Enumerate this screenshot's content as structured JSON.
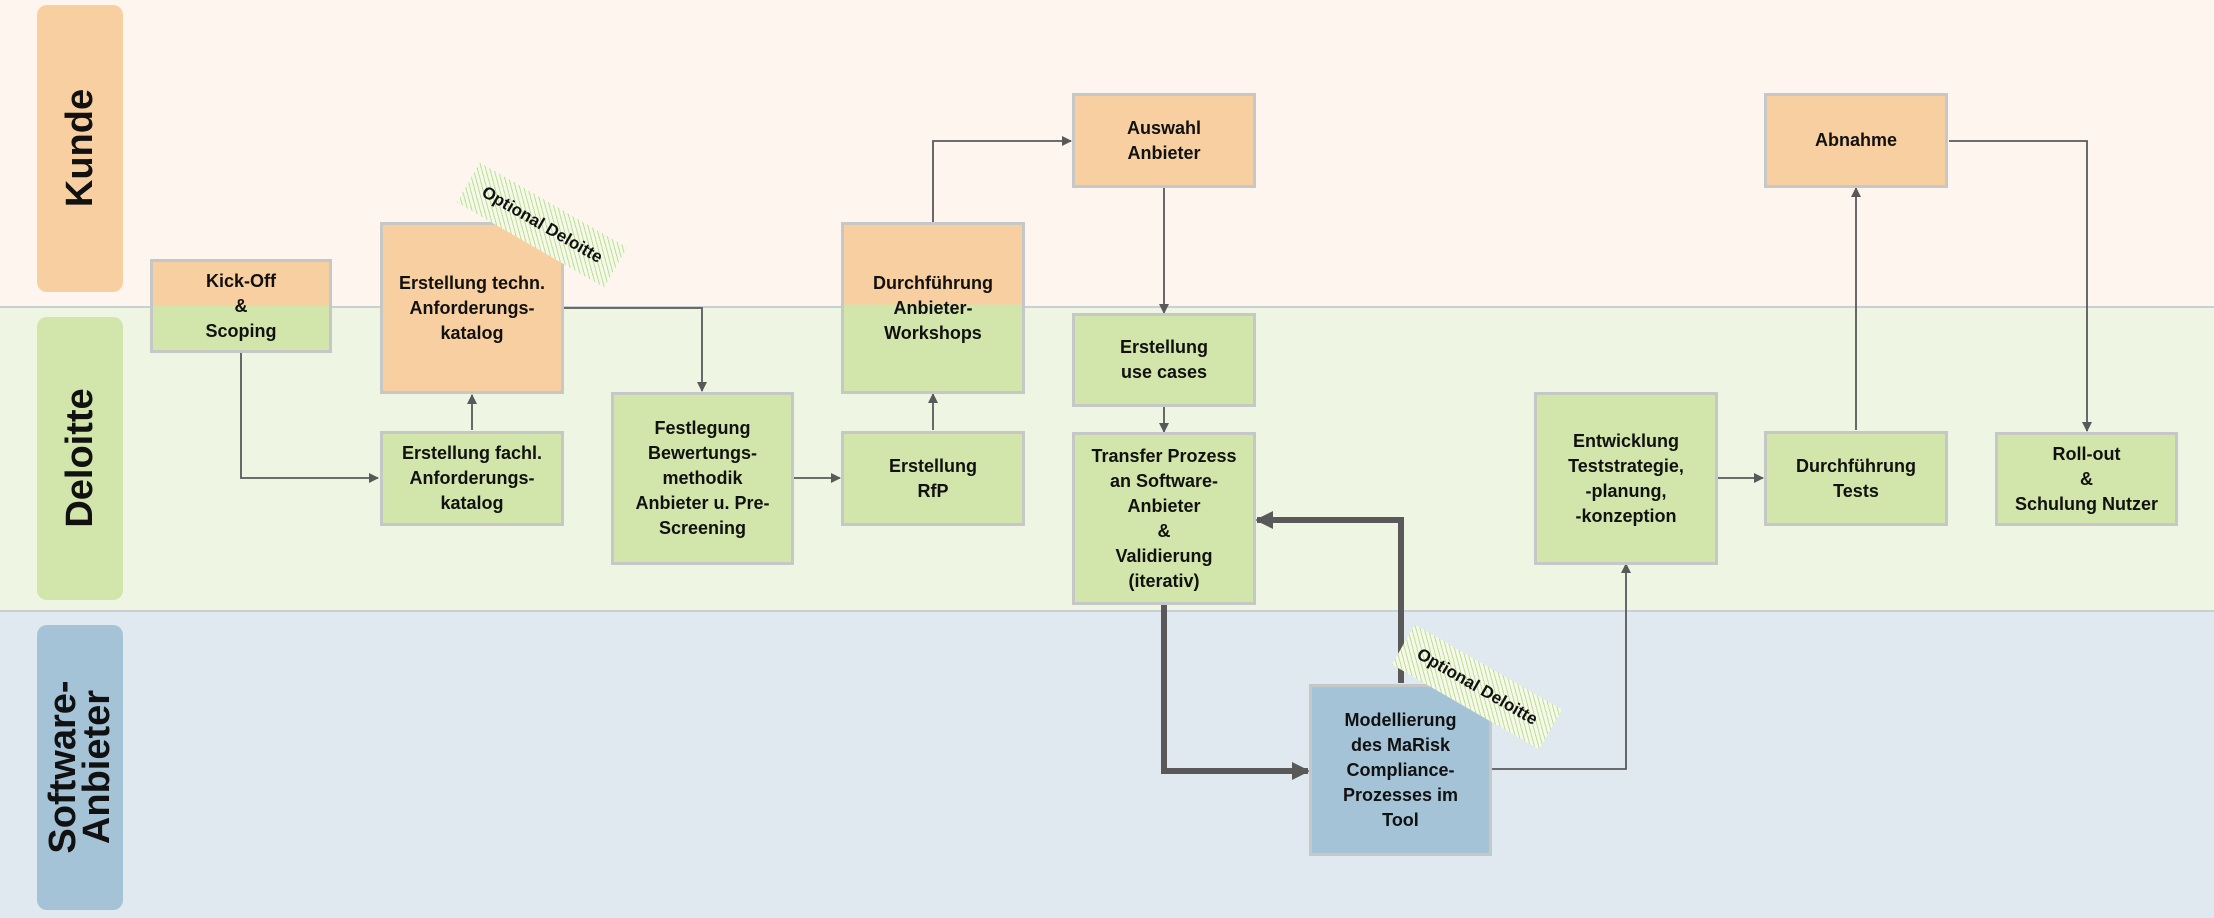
{
  "lanes": {
    "kunde": "Kunde",
    "deloitte": "Deloitte",
    "software": "Software-\nAnbieter"
  },
  "boxes": {
    "kickoff": "Kick-Off\n&\nScoping",
    "techn_katalog": "Erstellung techn.\nAnforderungs-\nkatalog",
    "fachl_katalog": "Erstellung fachl.\nAnforderungs-\nkatalog",
    "festlegung": "Festlegung\nBewertungs-\nmethodik\nAnbieter u. Pre-\nScreening",
    "rfp": "Erstellung\nRfP",
    "workshops": "Durchführung\nAnbieter-\nWorkshops",
    "auswahl": "Auswahl\nAnbieter",
    "use_cases": "Erstellung\nuse cases",
    "transfer": "Transfer Prozess\nan Software-\nAnbieter\n&\nValidierung\n(iterativ)",
    "modellierung": "Modellierung\ndes MaRisk\nCompliance-\nProzesses im\nTool",
    "teststrategie": "Entwicklung\nTeststrategie,\n-planung,\n-konzeption",
    "tests": "Durchführung\nTests",
    "abnahme": "Abnahme",
    "rollout": "Roll-out\n&\nSchulung Nutzer"
  },
  "tags": {
    "optional_1": "Optional Deloitte",
    "optional_2": "Optional Deloitte"
  },
  "colors": {
    "kunde_band": "#fdf5ee",
    "deloitte_band": "#eef5e2",
    "software_band": "#dfe9ef",
    "kunde_label": "#f8cfa0",
    "deloitte_label": "#d2e5aa",
    "software_label": "#a5c3d6",
    "arrow": "#595959"
  }
}
